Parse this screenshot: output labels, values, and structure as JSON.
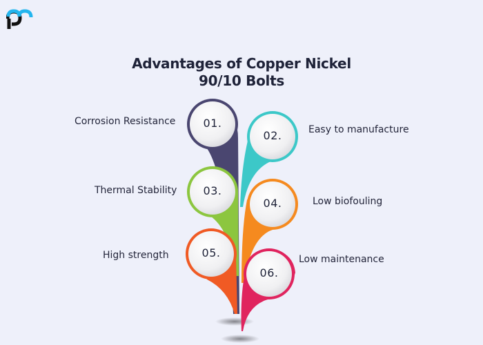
{
  "title": {
    "line1": "Advantages of Copper Nickel",
    "line2": "90/10 Bolts"
  },
  "logo": {
    "name": "brand-logo",
    "colors": {
      "top": "#23b5ee",
      "bottom": "#111111"
    }
  },
  "items": [
    {
      "number": "01.",
      "label": "Corrosion Resistance",
      "color": "#4a4670",
      "side": "left"
    },
    {
      "number": "02.",
      "label": "Easy to manufacture",
      "color": "#3cc8c8",
      "side": "right"
    },
    {
      "number": "03.",
      "label": "Thermal Stability",
      "color": "#8cc63f",
      "side": "left"
    },
    {
      "number": "04.",
      "label": "Low biofouling",
      "color": "#f58a1f",
      "side": "right"
    },
    {
      "number": "05.",
      "label": "High strength",
      "color": "#f05a24",
      "side": "left"
    },
    {
      "number": "06.",
      "label": "Low maintenance",
      "color": "#e0245e",
      "side": "right"
    }
  ]
}
